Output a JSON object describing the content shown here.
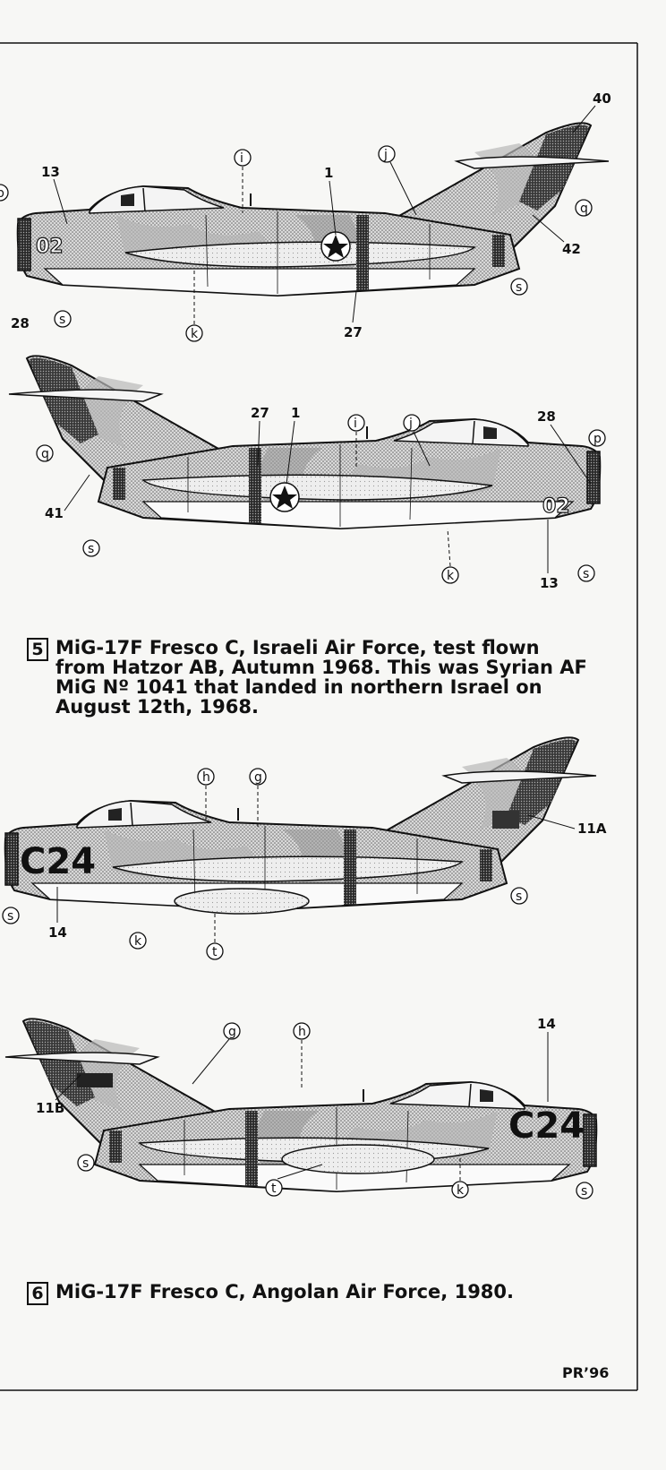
{
  "profiles": [
    {
      "code": "02",
      "callouts": [
        {
          "text": "13"
        },
        {
          "text": "p"
        },
        {
          "text": "i"
        },
        {
          "text": "1"
        },
        {
          "text": "j"
        },
        {
          "text": "40"
        },
        {
          "text": "q"
        },
        {
          "text": "42"
        },
        {
          "text": "s"
        },
        {
          "text": "27"
        },
        {
          "text": "k"
        },
        {
          "text": "s"
        },
        {
          "text": "28"
        }
      ]
    },
    {
      "code": "02",
      "callouts": [
        {
          "text": "q"
        },
        {
          "text": "41"
        },
        {
          "text": "s"
        },
        {
          "text": "27"
        },
        {
          "text": "1"
        },
        {
          "text": "i"
        },
        {
          "text": "j"
        },
        {
          "text": "28"
        },
        {
          "text": "p"
        },
        {
          "text": "k"
        },
        {
          "text": "13"
        },
        {
          "text": "s"
        }
      ]
    },
    {
      "code": "C24",
      "callouts": [
        {
          "text": "h"
        },
        {
          "text": "g"
        },
        {
          "text": "11A"
        },
        {
          "text": "s"
        },
        {
          "text": "s"
        },
        {
          "text": "14"
        },
        {
          "text": "k"
        },
        {
          "text": "t"
        }
      ]
    },
    {
      "code": "C24",
      "callouts": [
        {
          "text": "g"
        },
        {
          "text": "h"
        },
        {
          "text": "14"
        },
        {
          "text": "11B"
        },
        {
          "text": "s"
        },
        {
          "text": "t"
        },
        {
          "text": "k"
        },
        {
          "text": "s"
        }
      ]
    }
  ],
  "captions": [
    {
      "number": "5",
      "text": "MiG-17F Fresco C, Israeli Air Force, test flown from Hatzor AB, Autumn 1968. This was Syrian AF MiG Nº 1041 that landed in northern Israel on August 12th, 1968."
    },
    {
      "number": "6",
      "text": "MiG-17F Fresco C, Angolan Air Force, 1980."
    }
  ],
  "footer": "PR’96"
}
